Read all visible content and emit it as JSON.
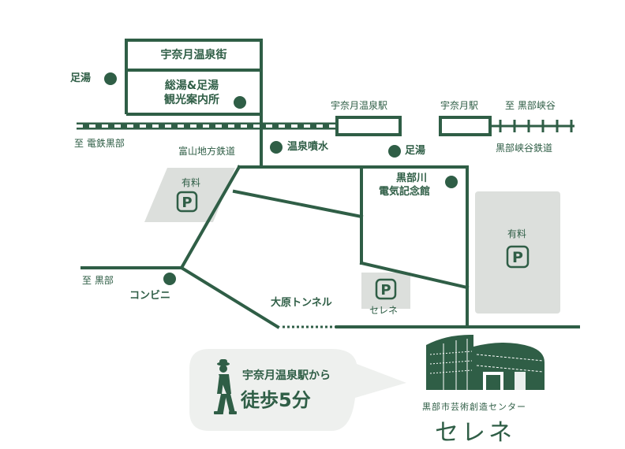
{
  "map": {
    "onsen_street": "宇奈月温泉街",
    "soyu_line1": "総湯&足湯",
    "soyu_line2": "観光案内所",
    "ashiyu_left": "足湯",
    "station_unazuki_onsen": "宇奈月温泉駅",
    "station_unazuki": "宇奈月駅",
    "to_kurobe_gorge": "至 黒部峡谷",
    "to_dentetsu_kurobe": "至 電鉄黒部",
    "toyama_railway": "富山地方鉄道",
    "onsen_fountain": "温泉噴水",
    "ashiyu_right": "足湯",
    "kurobe_gorge_railway": "黒部峡谷鉄道",
    "parking_paid_left": "有料",
    "parking_paid_right": "有料",
    "kurobegawa_line1": "黒部川",
    "kurobegawa_line2": "電気記念館",
    "to_kurobe": "至 黒部",
    "convenience": "コンビニ",
    "tunnel": "大原トンネル",
    "parking_selene": "セレネ",
    "parking_symbol": "P"
  },
  "walk": {
    "from": "宇奈月温泉駅から",
    "time": "徒歩5分"
  },
  "facility": {
    "name": "黒部市芸術創造センター",
    "logo": "セレネ"
  },
  "colors": {
    "accent": "#2f5e46",
    "parking_gray": "#dcdfdc",
    "bubble_gray": "#eef0ee"
  }
}
